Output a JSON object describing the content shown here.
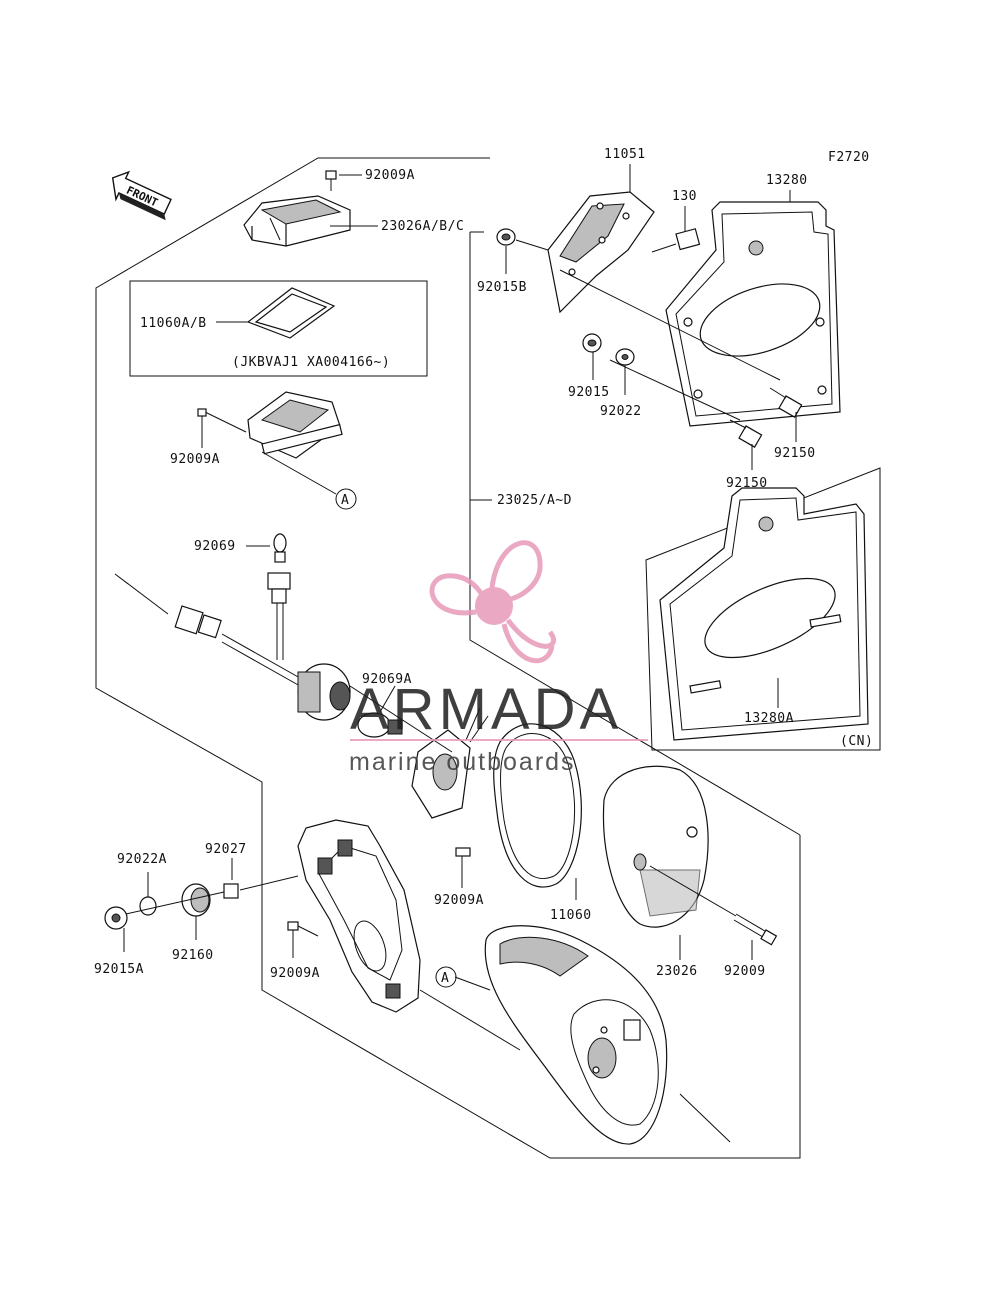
{
  "figure_code": "F2720",
  "front_label": "FRONT",
  "watermark": {
    "brand": "ARMADA",
    "tagline": "marine outboards",
    "color": "#e79ab9"
  },
  "callouts": {
    "c1": "92009A",
    "c2": "23026A/B/C",
    "c3": "11060A/B",
    "c4": "(JKBVAJ1 XA004166~)",
    "c5": "92009A",
    "c6": "A",
    "c7": "92069",
    "c8": "92069A",
    "c9": "11051",
    "c10": "130",
    "c11": "13280",
    "c12": "92015B",
    "c13": "92015",
    "c14": "92022",
    "c15": "92150",
    "c16": "92150",
    "c17": "23025/A~D",
    "c18": "13280A",
    "c19": "(CN)",
    "c20": "92022A",
    "c21": "92027",
    "c22": "92015A",
    "c23": "92160",
    "c24": "92009A",
    "c25": "92009A",
    "c26": "11060",
    "c27": "23026",
    "c28": "92009",
    "c29": "A"
  }
}
